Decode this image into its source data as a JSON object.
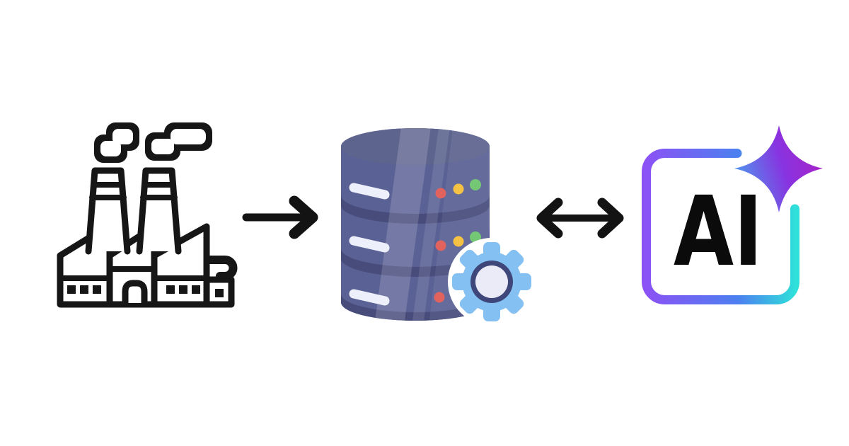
{
  "page": {
    "background": "#ffffff"
  },
  "diagram": {
    "description": "Factory data flows into a processing database which exchanges with AI",
    "nodes": {
      "factory": {
        "name": "Factory",
        "color": "#161616"
      },
      "database": {
        "name": "Database with gear",
        "colors": {
          "body": "#5a6194",
          "top": "#5d648e",
          "band": "#474c7b",
          "dash": "#edeffa",
          "dot_red": "#e2635d",
          "dot_yellow": "#f6c244",
          "dot_green": "#74c875",
          "gear": "#85c0f2",
          "gear_ring": "#3f4679",
          "gear_center": "#ebebf8",
          "halo": "#ffffff"
        }
      },
      "ai": {
        "label": "AI",
        "colors": {
          "text": "#0b0b0b",
          "frame_purple": "#8b52f5",
          "frame_blue": "#4c80f0",
          "frame_cyan": "#2fe0da",
          "spark_blue": "#4d9bee",
          "spark_purple": "#8833e0",
          "spark_magenta": "#aa23c6"
        }
      }
    },
    "connectors": {
      "flow": {
        "type": "arrow-right",
        "color": "#131313"
      },
      "sync": {
        "type": "arrow-both",
        "color": "#131313"
      }
    }
  }
}
